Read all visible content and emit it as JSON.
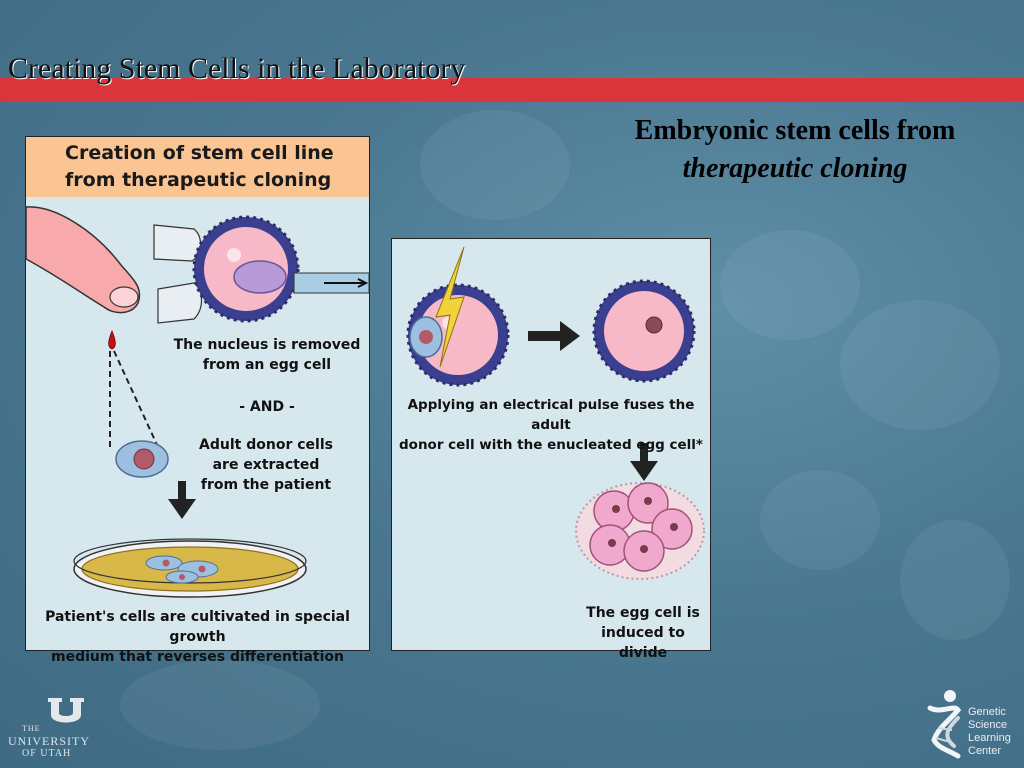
{
  "slide": {
    "title": "Creating Stem Cells in the Laboratory",
    "heading_line1": "Embryonic stem cells from",
    "heading_line2": "therapeutic cloning"
  },
  "panel_left": {
    "header_line1": "Creation of stem cell line",
    "header_line2": "from therapeutic cloning",
    "caption_nucleus_1": "The nucleus is removed",
    "caption_nucleus_2": "from an egg cell",
    "caption_and": "- AND -",
    "caption_donor_1": "Adult donor cells",
    "caption_donor_2": "are extracted",
    "caption_donor_3": "from the patient",
    "caption_cultivate_1": "Patient's cells are cultivated in special growth",
    "caption_cultivate_2": "medium that reverses differentiation"
  },
  "panel_right": {
    "caption_pulse_1": "Applying an electrical pulse fuses the adult",
    "caption_pulse_2": "donor cell with the enucleated egg cell*",
    "caption_divide_1": "The egg cell is",
    "caption_divide_2": "induced to divide"
  },
  "logos": {
    "utah_the": "THE",
    "utah_university": "UNIVERSITY",
    "utah_of": "OF UTAH",
    "gslc_1": "Genetic",
    "gslc_2": "Science",
    "gslc_3": "Learning",
    "gslc_4": "Center"
  },
  "colors": {
    "background": "#4b7891",
    "title_bar": "#d9353a",
    "panel_bg": "#d6e8ee",
    "panel_header": "#fbc593",
    "egg_cell": "#f7b8c8",
    "egg_membrane": "#3b3f8f",
    "blood": "#c0101a"
  },
  "icons": [
    "finger-icon",
    "blood-drop-icon",
    "pipette-icon",
    "petri-dish-icon",
    "lightning-icon",
    "arrow-right-icon",
    "arrow-down-icon",
    "dna-figure-icon",
    "u-block-icon"
  ]
}
